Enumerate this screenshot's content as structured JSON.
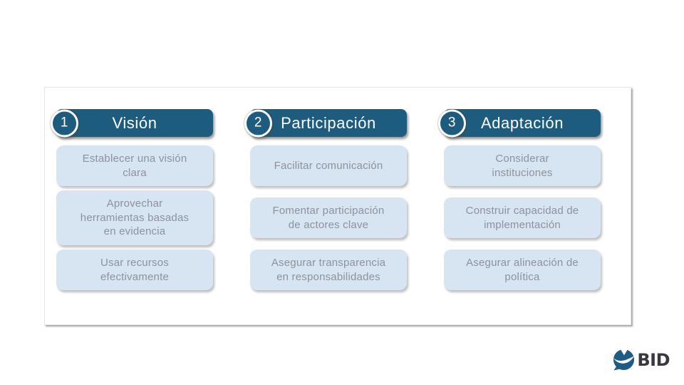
{
  "columns": [
    {
      "number": "1",
      "title": "Visión",
      "cards": [
        "Establecer una visión\nclara",
        "Aprovechar\nherramientas basadas\nen evidencia",
        "Usar recursos\nefectivamente"
      ]
    },
    {
      "number": "2",
      "title": "Participación",
      "cards": [
        "Facilitar comunicación",
        "Fomentar participación\nde actores clave",
        "Asegurar transparencia\nen responsabilidades"
      ]
    },
    {
      "number": "3",
      "title": "Adaptación",
      "cards": [
        "Considerar\ninstituciones",
        "Construir capacidad de\nimplementación",
        "Asegurar alineación de\npolítica"
      ]
    }
  ],
  "logo": {
    "text": "BID",
    "icon": "bid-globe-icon"
  },
  "colors": {
    "header_bg": "#1d5c7f",
    "card_bg": "#d7e4f2",
    "card_text": "#8d929c",
    "logo_blue": "#1f5c85",
    "logo_text": "#36393f"
  }
}
